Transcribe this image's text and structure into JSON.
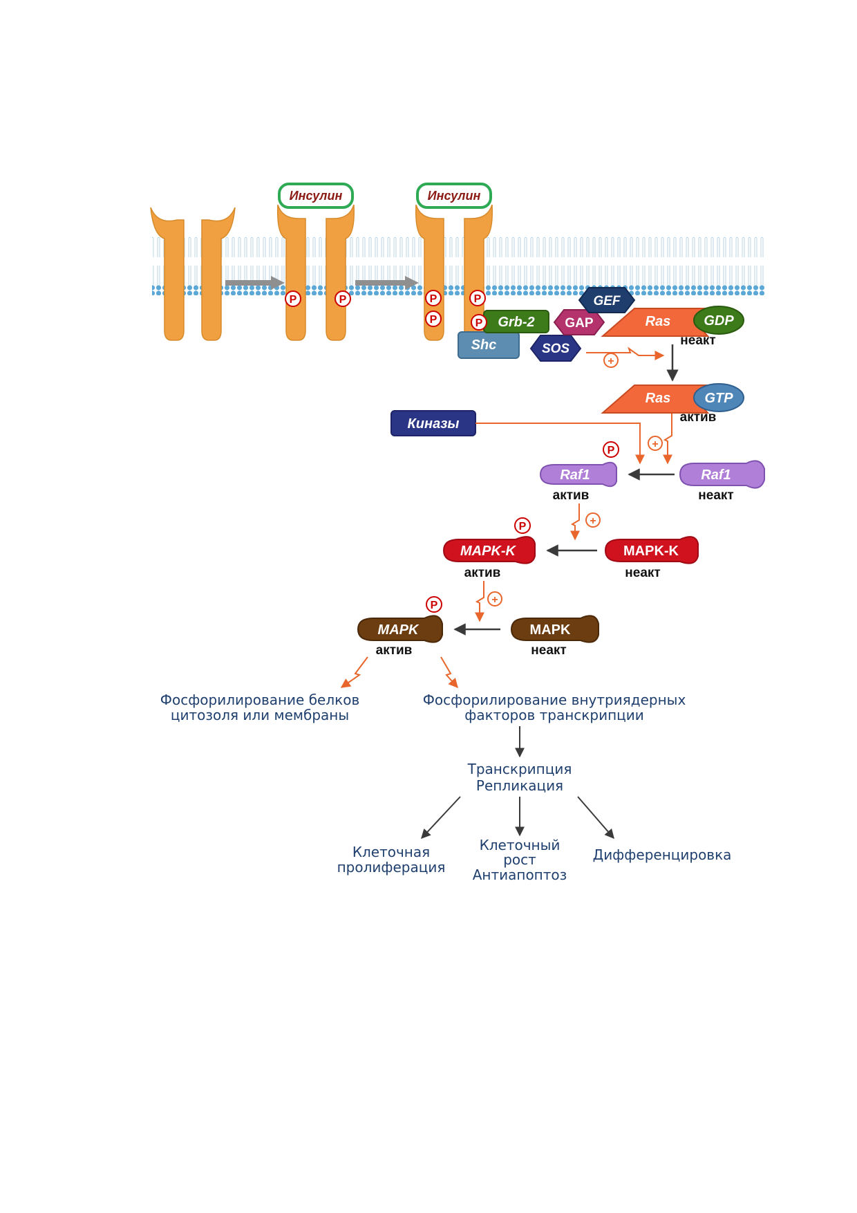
{
  "insulin": [
    "Инсулин",
    "Инсулин"
  ],
  "proteins": {
    "grb2": "Grb-2",
    "shc": "Shc",
    "gef": "GEF",
    "gap": "GAP",
    "sos": "SOS",
    "ras_inactive": "Ras",
    "gdp": "GDP",
    "ras_active": "Ras",
    "gtp": "GTP",
    "kinases": "Киназы",
    "raf1_active": "Raf1",
    "raf1_inactive": "Raf1",
    "mapkk_active": "MAPK-K",
    "mapkk_inactive": "MAPK-K",
    "mapk_active": "MAPK",
    "mapk_inactive": "MAPK"
  },
  "states": {
    "ras_inactive": "неакт",
    "ras_active": "актив",
    "raf1_active": "актив",
    "raf1_inactive": "неакт",
    "mapkk_active": "актив",
    "mapkk_inactive": "неакт",
    "mapk_active": "актив",
    "mapk_inactive": "неакт"
  },
  "symbols": {
    "phospho": "P",
    "plus": "+"
  },
  "outcomes": {
    "cytosol": [
      "Фосфорилирование белков",
      "цитозоля или мембраны"
    ],
    "nuclear": [
      "Фосфорилирование внутриядерных",
      "факторов транскрипции"
    ],
    "transcription": [
      "Транскрипция",
      "Репликация"
    ],
    "proliferation": [
      "Клеточная",
      "пролиферация"
    ],
    "growth": [
      "Клеточный",
      "рост",
      "Антиапоптоз"
    ],
    "differentiation": "Дифференцировка"
  },
  "colors": {
    "receptor": "#f0a040",
    "membrane": "#5ba8d6",
    "ras": "#f2683a",
    "raf": "#b07fd8",
    "mapkk": "#d0121e",
    "mapk": "#6b3d10",
    "arrow_orange": "#e8662b"
  }
}
